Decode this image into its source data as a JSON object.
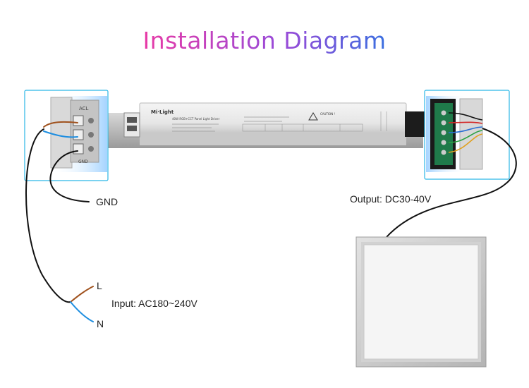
{
  "title": {
    "word1": "Installation",
    "word2": "Diagram"
  },
  "colors": {
    "title_gradient": [
      "#e83aa6",
      "#9a4ad8",
      "#3a6fe0"
    ],
    "frame": "#2bb6e6",
    "wire_brown": "#a0521e",
    "wire_blue": "#1e8ee0",
    "wire_black": "#111111"
  },
  "labels": {
    "gnd": "GND",
    "l": "L",
    "n": "N",
    "input": "Input: AC180~240V",
    "output": "Output: DC30-40V"
  },
  "driver": {
    "brand": "Mi·Light",
    "model": "40W RGB+CCT Panel Light Driver",
    "left_terminal_top": "ACL",
    "left_terminal_bottom": "GND",
    "caution": "CAUTION !"
  }
}
